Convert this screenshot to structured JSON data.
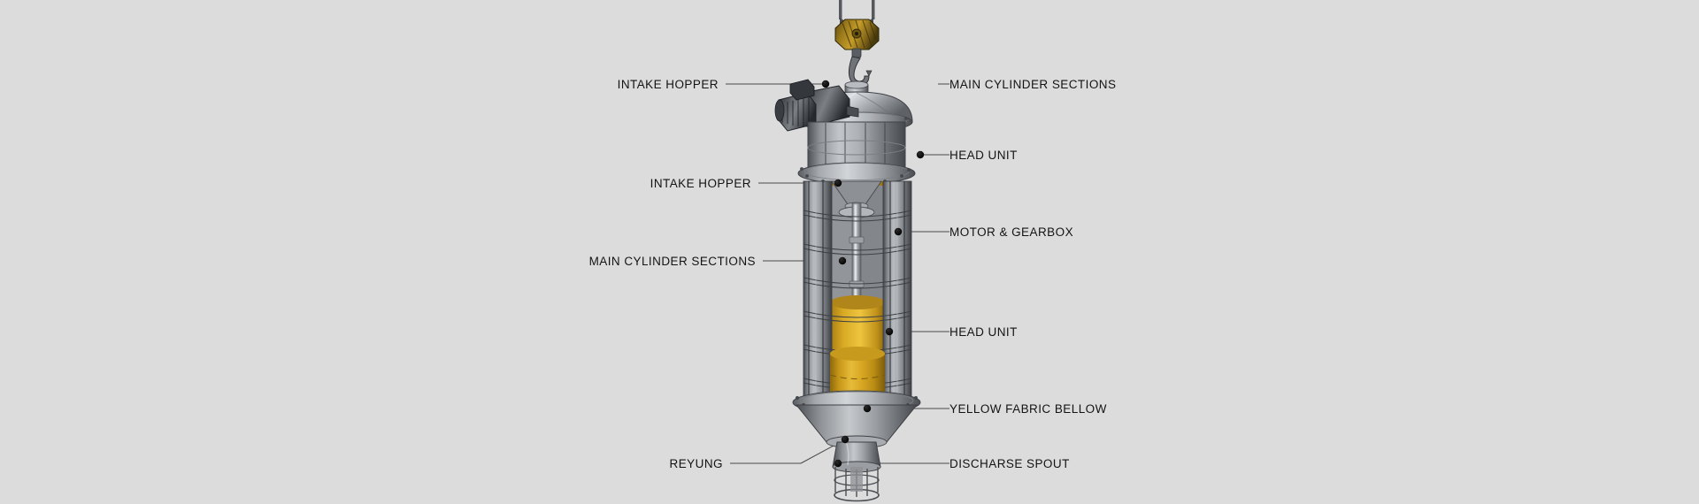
{
  "figure": {
    "background_color": "#dcdcdc",
    "text_color": "#141414",
    "leader_color": "#4a4a4a",
    "subject": "suspended telescopic cement loading chute with crane hook",
    "palette": {
      "steel_light": "#c9cbcd",
      "steel_mid": "#9a9da1",
      "steel_dark": "#5d6064",
      "steel_darkest": "#3a3d41",
      "yellow_bellow": "#d6a520",
      "yellow_bellow_dark": "#a87d12",
      "hook_block_yellow": "#9c7b1c"
    }
  },
  "labels_left": [
    {
      "id": "intake-hopper-top",
      "text": "INTAKE HOPPER"
    },
    {
      "id": "intake-hopper-mid",
      "text": "INTAKE HOPPER"
    },
    {
      "id": "main-cylinder-sections-left",
      "text": "MAIN CYLINDER SECTIONS"
    },
    {
      "id": "reyung",
      "text": "REYUNG"
    }
  ],
  "labels_right": [
    {
      "id": "main-cylinder-sections-right",
      "text": "MAIN CYLINDER SECTIONS"
    },
    {
      "id": "head-unit-top",
      "text": "HEAD UNIT"
    },
    {
      "id": "motor-gearbox",
      "text": "MOTOR & GEARBOX"
    },
    {
      "id": "head-unit-lower",
      "text": "HEAD UNIT"
    },
    {
      "id": "yellow-fabric-bellow",
      "text": "YELLOW FABRIC BELLOW"
    },
    {
      "id": "discharse-spout",
      "text": "DISCHARSE SPOUT"
    }
  ]
}
